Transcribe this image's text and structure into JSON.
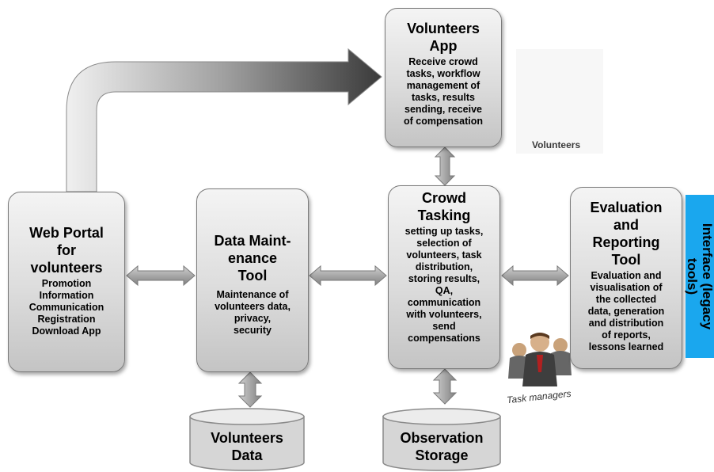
{
  "boxes": {
    "volunteers_app": {
      "title": "Volunteers\nApp",
      "desc": "Receive crowd\ntasks, workflow\nmanagement of\ntasks, results\nsending, receive\nof compensation"
    },
    "web_portal": {
      "title": "Web Portal\nfor\nvolunteers",
      "desc": "Promotion\nInformation\nCommunication\nRegistration\nDownload App"
    },
    "data_maintenance": {
      "title": "Data Maint-\nenance\nTool",
      "desc": "Maintenance of\nvolunteers data,\nprivacy,\nsecurity"
    },
    "crowd_tasking": {
      "title": "Crowd\nTasking",
      "desc": "setting up tasks,\nselection of\nvolunteers, task\ndistribution,\nstoring results,\nQA,\ncommunication\nwith volunteers,\nsend\ncompensations"
    },
    "evaluation": {
      "title": "Evaluation\nand\nReporting\nTool",
      "desc": "Evaluation and\nvisualisation of\nthe collected\ndata, generation\nand distribution\nof reports,\nlessons learned"
    }
  },
  "storage": {
    "volunteers_data": "Volunteers\nData",
    "observation_storage": "Observation\nStorage"
  },
  "interface_label": "Interface (legacy\ntools)",
  "volunteers_caption": "Volunteers",
  "task_managers_caption": "Task managers",
  "colors": {
    "interface": "#1aa7ee",
    "box_fill": "#dcdcdc",
    "arrow": "#909090"
  }
}
